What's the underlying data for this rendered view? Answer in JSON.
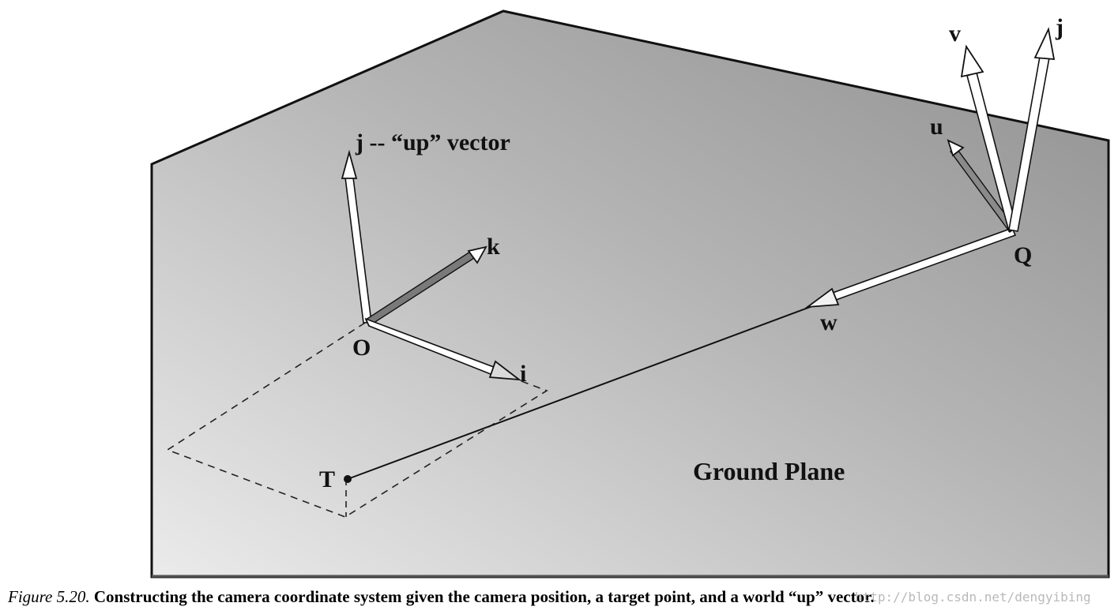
{
  "diagram": {
    "labels": {
      "j_up_vector": "j -- “up” vector",
      "k": "k",
      "i": "i",
      "O": "O",
      "T": "T",
      "Q": "Q",
      "w": "w",
      "u": "u",
      "v": "v",
      "j_camera": "j",
      "ground_plane": "Ground Plane"
    },
    "colors": {
      "plane_dark": "#9a9a9a",
      "plane_light": "#e2e2e2",
      "outline": "#111111",
      "vector_fill": "#ffffff"
    }
  },
  "caption": {
    "figure_number": "Figure 5.20.",
    "text": " Constructing the camera coordinate system given the camera position, a target point, and a world “up” vector."
  },
  "watermark": {
    "text": "http://blog.csdn.net/dengyibing"
  }
}
